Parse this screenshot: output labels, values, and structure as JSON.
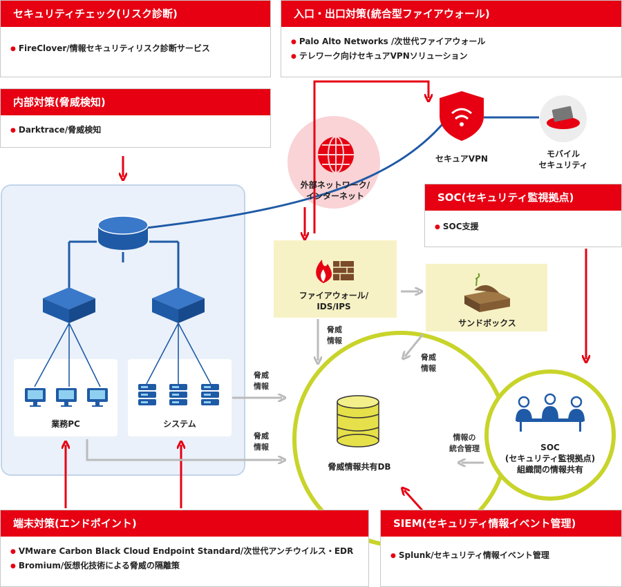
{
  "panels": {
    "security_check": {
      "title": "セキュリティチェック(リスク診断)",
      "items": [
        "FireClover/情報セキュリティリスク診断サービス"
      ]
    },
    "entrance": {
      "title": "入口・出口対策(統合型ファイアウォール)",
      "items": [
        "Palo Alto Networks /次世代ファイアウォール",
        "テレワーク向けセキュアVPNソリューション"
      ]
    },
    "internal": {
      "title": "内部対策(脅威検知)",
      "items": [
        "Darktrace/脅威検知"
      ]
    },
    "soc": {
      "title": "SOC(セキュリティ監視拠点)",
      "items": [
        "SOC支援"
      ]
    },
    "endpoint": {
      "title": "端末対策(エンドポイント)",
      "items": [
        "VMware Carbon Black Cloud Endpoint Standard/次世代アンチウイルス・EDR",
        "Bromium/仮想化技術による脅威の隔離策"
      ]
    },
    "siem": {
      "title": "SIEM(セキュリティ情報イベント管理)",
      "items": [
        "Splunk/セキュリティ情報イベント管理"
      ]
    }
  },
  "nodes": {
    "secure_vpn": "セキュアVPN",
    "mobile_security": [
      "モバイル",
      "セキュリティ"
    ],
    "external_network": [
      "外部ネットワーク/",
      "インターネット"
    ],
    "firewall": [
      "ファイアウォール/",
      "IDS/IPS"
    ],
    "sandbox": "サンドボックス",
    "business_pc": "業務PC",
    "system": "システム",
    "threat_db": "脅威情報共有DB",
    "soc_circle": [
      "SOC",
      "(セキュリティ監視拠点)",
      "組織間の情報共有"
    ]
  },
  "edge_labels": {
    "fw_to_db": [
      "脅威",
      "情報"
    ],
    "sandbox_to_db": [
      "脅威",
      "情報"
    ],
    "lan_to_db_1": [
      "脅威",
      "情報"
    ],
    "lan_to_db_2": [
      "脅威",
      "情報"
    ],
    "soc_to_db": [
      "情報の",
      "統合管理"
    ]
  },
  "colors": {
    "red": "#e60012",
    "blue": "#1f5aa6",
    "yellow_green": "#c8d42a",
    "pale_yellow": "#f7f2c5",
    "pale_blue": "#eaf1fa"
  }
}
